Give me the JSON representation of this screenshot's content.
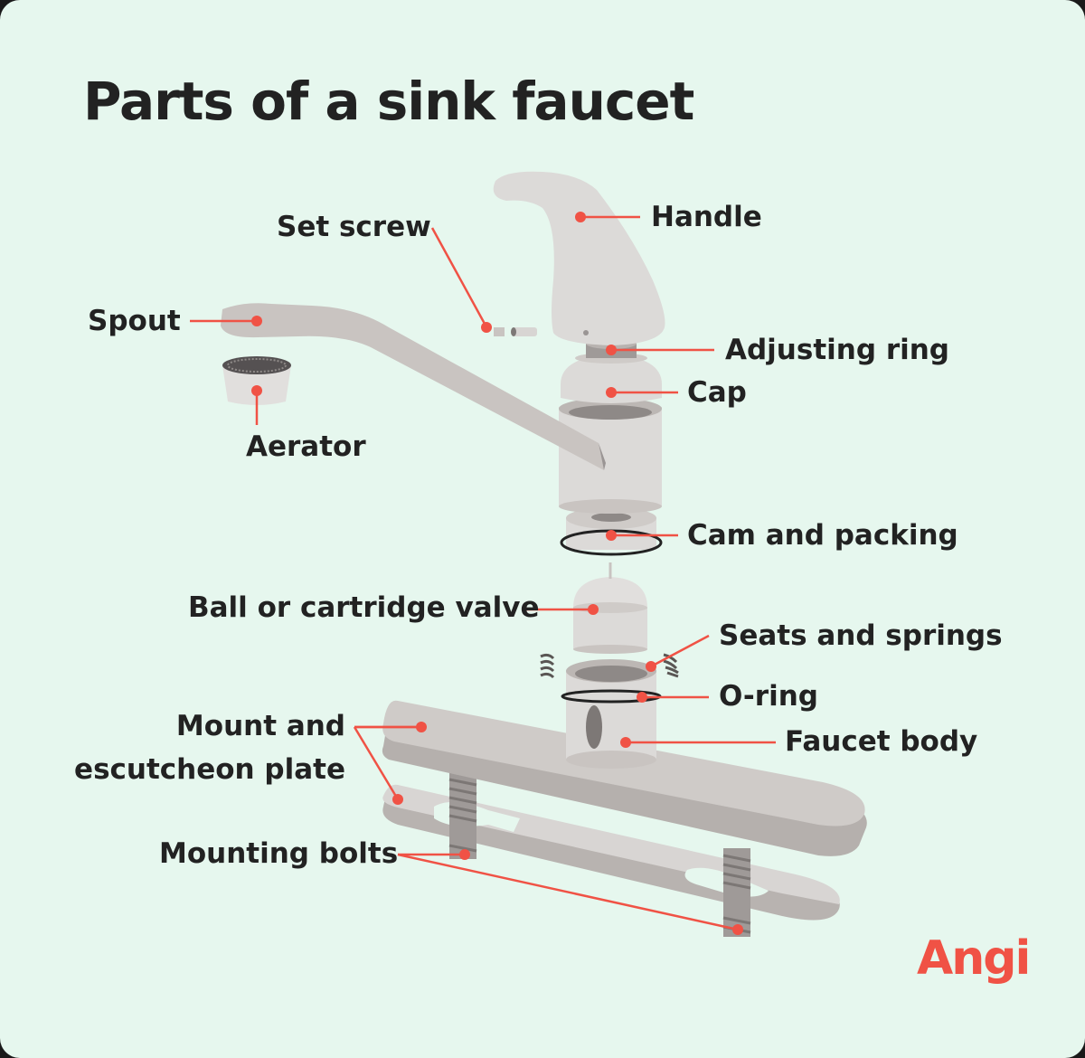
{
  "title": "Parts of a sink faucet",
  "labels": {
    "handle": "Handle",
    "set_screw": "Set screw",
    "spout": "Spout",
    "aerator": "Aerator",
    "adjusting_ring": "Adjusting ring",
    "cap": "Cap",
    "cam_and_packing": "Cam and packing",
    "ball_or_cartridge_valve": "Ball or cartridge valve",
    "seats_and_springs": "Seats and springs",
    "o_ring": "O-ring",
    "faucet_body": "Faucet body",
    "mount_and_escutcheon_plate": "Mount and\nescutcheon plate",
    "mounting_bolts": "Mounting bolts"
  },
  "brand": {
    "logo_text": "Angi"
  },
  "colors": {
    "background": "#e6f7ee",
    "accent": "#f05245",
    "text": "#222222",
    "part_light": "#dcdcdc",
    "part_mid": "#c9c4c1",
    "part_dark": "#9a9594"
  }
}
